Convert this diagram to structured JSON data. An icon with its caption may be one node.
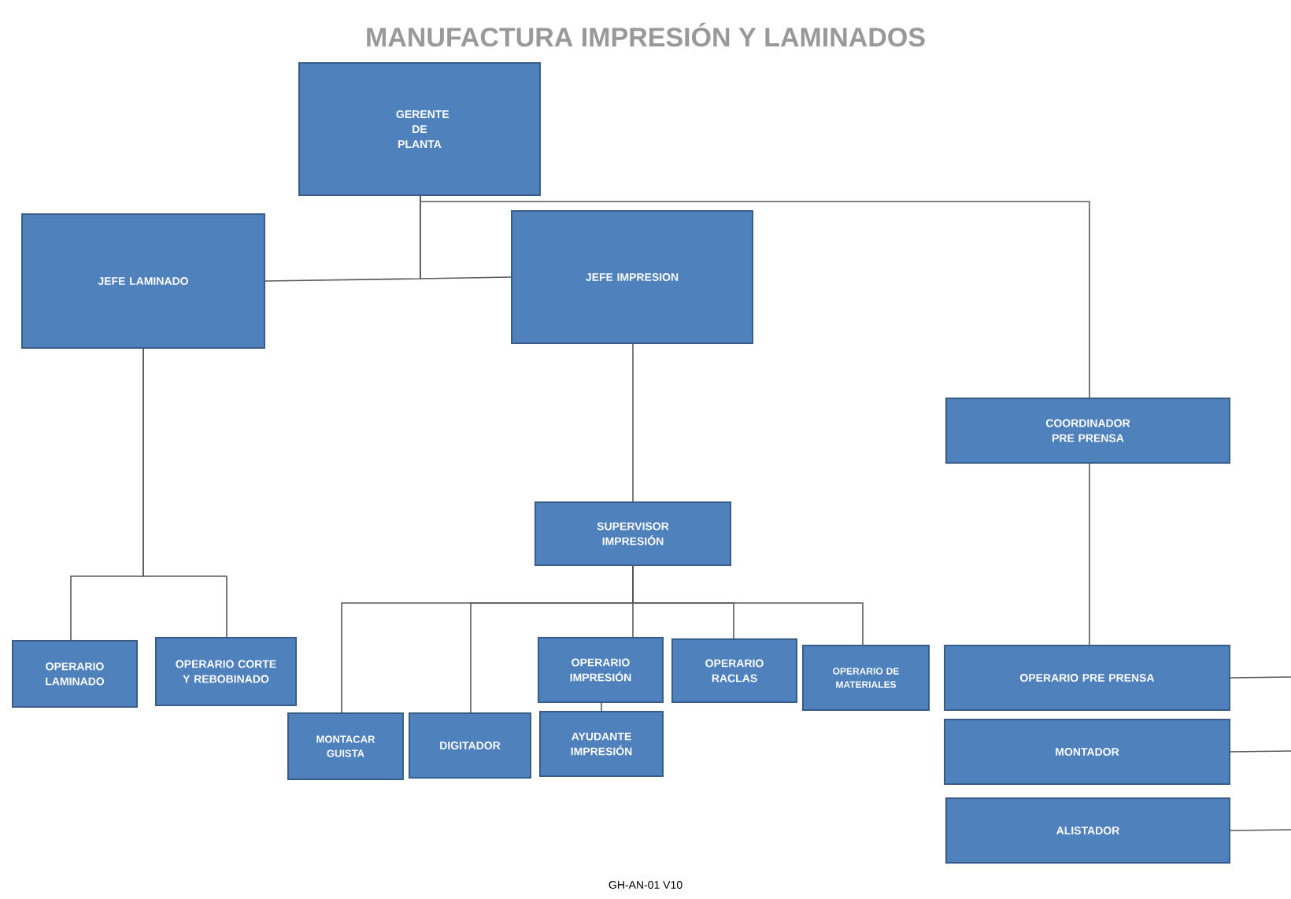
{
  "diagram": {
    "title": "MANUFACTURA  IMPRESIÓN Y LAMINADOS",
    "nodes": [
      {
        "text": [
          "GERENTE DE PLANTA"
        ]
      },
      {
        "text": [
          "JEFE LAMINADO"
        ]
      },
      {
        "text": [
          "JEFE IMPRESION"
        ]
      },
      {
        "text": [
          "COORDINADOR PRE PRENSA"
        ]
      },
      {
        "text": [
          "SUPERVISOR IMPRESIÓN"
        ]
      },
      {
        "text": [
          "OPERARIO LAMINADO"
        ]
      },
      {
        "text": [
          "OPERARIO CORTE Y REBOBINADO"
        ]
      },
      {
        "text": [
          "MONTACAR GUISTA"
        ]
      },
      {
        "text": [
          "DIGITADOR"
        ]
      },
      {
        "text": [
          "OPERARIO IMPRESIÓN"
        ]
      },
      {
        "text": [
          "AYUDANTE IMPRESIÓN"
        ]
      },
      {
        "text": [
          "OPERARIO RACLAS"
        ]
      },
      {
        "text": [
          "OPERARIO DE MATERIALES"
        ]
      },
      {
        "text": [
          "OPERARIO PRE PRENSA"
        ]
      },
      {
        "text": [
          "MONTADOR"
        ]
      },
      {
        "text": [
          "ALISTADOR"
        ]
      }
    ],
    "edges": [
      {
        "from": 0,
        "to": 1,
        "arrow": "none"
      },
      {
        "from": 0,
        "to": 2,
        "arrow": "none"
      },
      {
        "from": 0,
        "to": 3,
        "arrow": "none"
      },
      {
        "from": 1,
        "to": 5,
        "arrow": "none"
      },
      {
        "from": 1,
        "to": 6,
        "arrow": "none"
      },
      {
        "from": 2,
        "to": 4,
        "arrow": "none"
      },
      {
        "from": 4,
        "to": 7,
        "arrow": "none"
      },
      {
        "from": 4,
        "to": 8,
        "arrow": "none"
      },
      {
        "from": 4,
        "to": 9,
        "arrow": "none"
      },
      {
        "from": 4,
        "to": 11,
        "arrow": "none"
      },
      {
        "from": 4,
        "to": 12,
        "arrow": "none"
      },
      {
        "from": 9,
        "to": 10,
        "arrow": "none"
      },
      {
        "from": 3,
        "to": 13,
        "arrow": "none"
      },
      {
        "from": 13,
        "to": null,
        "arrow": "none"
      },
      {
        "from": 14,
        "to": null,
        "arrow": "none"
      },
      {
        "from": 15,
        "to": null,
        "arrow": "none"
      }
    ],
    "labels": [
      "GH-AN-01 V10"
    ]
  }
}
